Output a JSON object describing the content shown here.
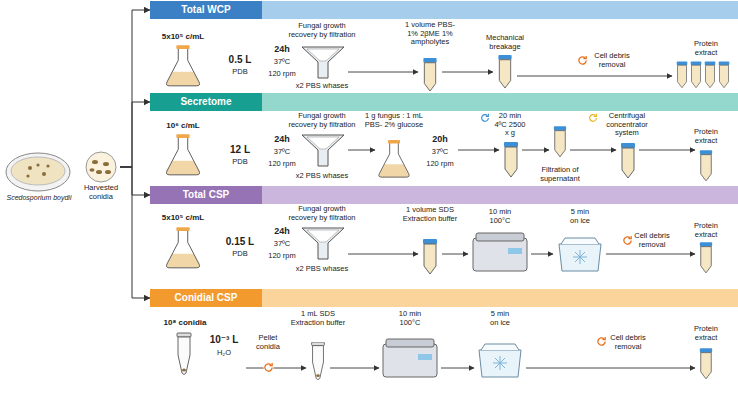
{
  "diagram": {
    "nodes": [
      {
        "text": [
          "Scedosporium boydii"
        ]
      },
      {
        "text": [
          "Harvested conidia"
        ]
      },
      {
        "text": [
          "Total WCP"
        ]
      },
      {
        "text": [
          "Secretome"
        ]
      },
      {
        "text": [
          "Total CSP"
        ]
      },
      {
        "text": [
          "Conidial CSP"
        ]
      }
    ],
    "edges": [
      {
        "from": 1,
        "to": 2,
        "arrow": "to"
      },
      {
        "from": 1,
        "to": 3,
        "arrow": "to"
      },
      {
        "from": 1,
        "to": 4,
        "arrow": "to"
      },
      {
        "from": 1,
        "to": 5,
        "arrow": "to"
      }
    ],
    "labels": [
      "5x10⁵ c/mL",
      "0.5 L",
      "PDB",
      "24h",
      "37ºC",
      "120 rpm",
      "Fungal growth recovery by filtration",
      "x2 PBS whases",
      "1 volume PBS- 1% 2βME 1% ampholytes",
      "Mechanical breakage",
      "Cell debris removal",
      "Protein extract",
      "10⁶ c/mL",
      "12 L",
      "PDB",
      "24h",
      "37ºC",
      "120 rpm",
      "Fungal growth recovery by filtration",
      "x2 PBS whases",
      "1 g fungus : 1 mL PBS- 2% glucose",
      "20h",
      "37ºC",
      "120 rpm",
      "20 min 4ºC 2500 x g",
      "Filtration of supernatant",
      "Centrifugal concentrator system",
      "Protein extract",
      "5x10⁵ c/mL",
      "0.15 L",
      "PDB",
      "24h",
      "37ºC",
      "120 rpm",
      "Fungal growth recovery by filtration",
      "x2 PBS whases",
      "1 volume SDS Extraction buffer",
      "10 min 100°C",
      "5 min on ice",
      "Cell debris removal",
      "Protein extract",
      "10⁸ conidia",
      "10⁻³ L",
      "H₂O",
      "Pellet conidia",
      "1 mL SDS Extraction buffer",
      "10 min 100°C",
      "5 min on ice",
      "Cell debris removal",
      "Protein extract"
    ]
  }
}
